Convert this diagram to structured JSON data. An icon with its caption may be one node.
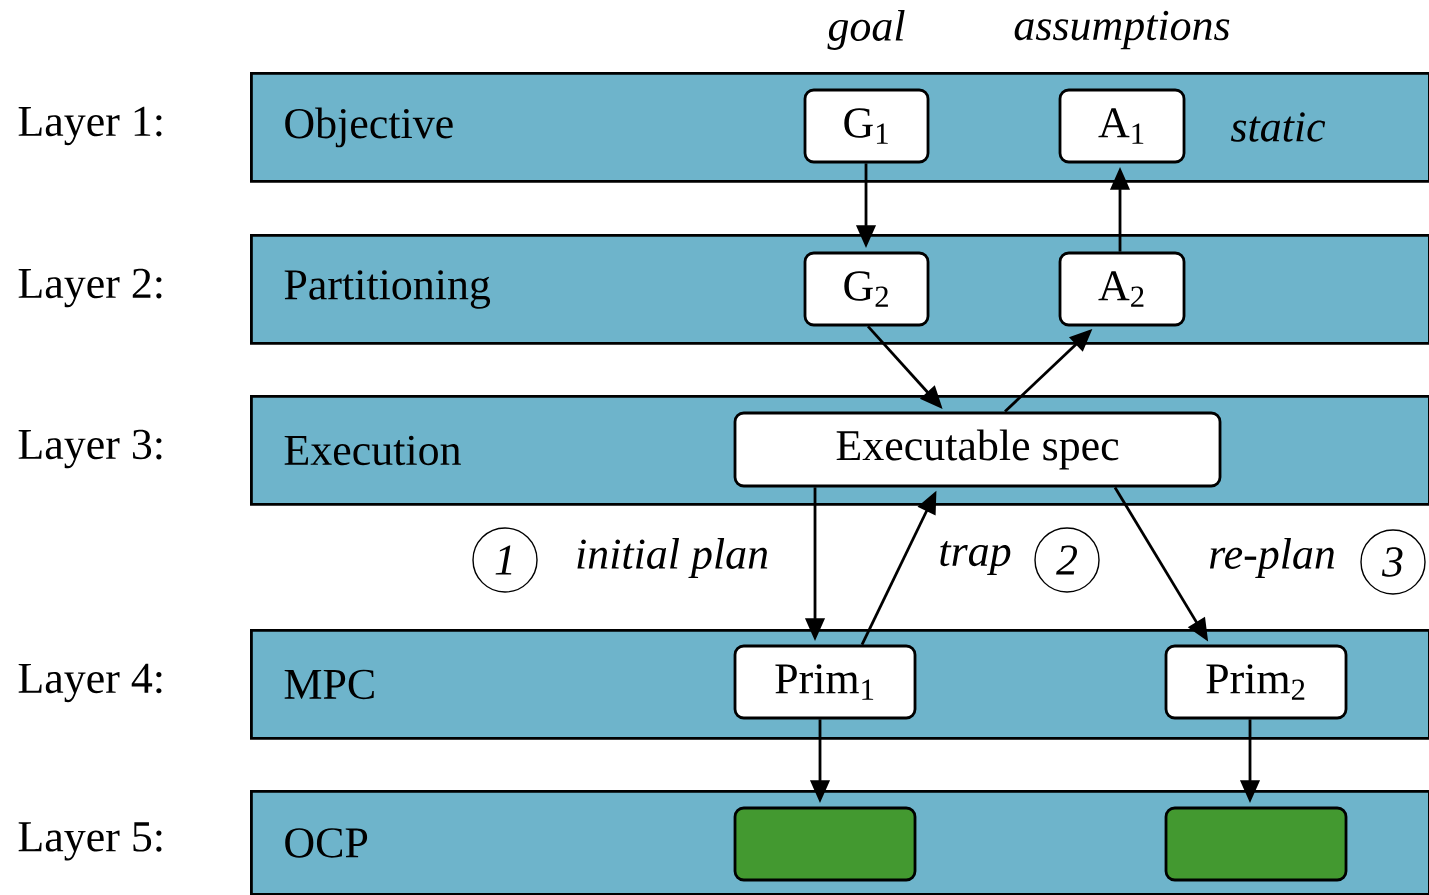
{
  "diagram": {
    "nodes": [
      {
        "text": [
          "Objective"
        ],
        "beside": [
          "Layer 1:"
        ]
      },
      {
        "text": [
          "G$_{1}$"
        ],
        "in": 0,
        "beside": [
          "goal"
        ]
      },
      {
        "text": [
          "A$_{1}$"
        ],
        "in": 0,
        "beside": [
          "assumptions"
        ]
      },
      {
        "text": [
          "Partitioning"
        ],
        "beside": [
          "Layer 2:"
        ]
      },
      {
        "text": [
          "G$_{2}$"
        ],
        "in": 3
      },
      {
        "text": [
          "A$_{2}$"
        ],
        "in": 3
      },
      {
        "text": [
          "Execution"
        ],
        "beside": [
          "Layer 3:"
        ]
      },
      {
        "text": [
          "Executable spec"
        ],
        "in": 6
      },
      {
        "text": [
          "MPC"
        ],
        "beside": [
          "Layer 4:"
        ]
      },
      {
        "text": [
          "Prim$_{1}$"
        ],
        "in": 8
      },
      {
        "text": [
          "Prim$_{2}$"
        ],
        "in": 8
      },
      {
        "text": [
          "OCP"
        ],
        "beside": [
          "Layer 5:"
        ]
      },
      {
        "text": [],
        "shape": "box",
        "in": 11
      },
      {
        "text": [],
        "shape": "box",
        "in": 11
      }
    ],
    "edges": [
      {
        "from": 1,
        "to": 4,
        "arrow": "to"
      },
      {
        "from": 5,
        "to": 2,
        "arrow": "to"
      },
      {
        "from": 4,
        "to": 7,
        "arrow": "to"
      },
      {
        "from": 7,
        "to": 5,
        "arrow": "to"
      },
      {
        "from": 7,
        "to": 9,
        "arrow": "to",
        "label": "initial plan"
      },
      {
        "from": 9,
        "to": 7,
        "arrow": "to",
        "label": "trap"
      },
      {
        "from": 7,
        "to": 10,
        "arrow": "to",
        "label": "re-plan"
      },
      {
        "from": 9,
        "to": 12,
        "arrow": "to"
      },
      {
        "from": 10,
        "to": 13,
        "arrow": "to"
      }
    ],
    "labels": [
      "static",
      "1",
      "2",
      "3"
    ]
  }
}
